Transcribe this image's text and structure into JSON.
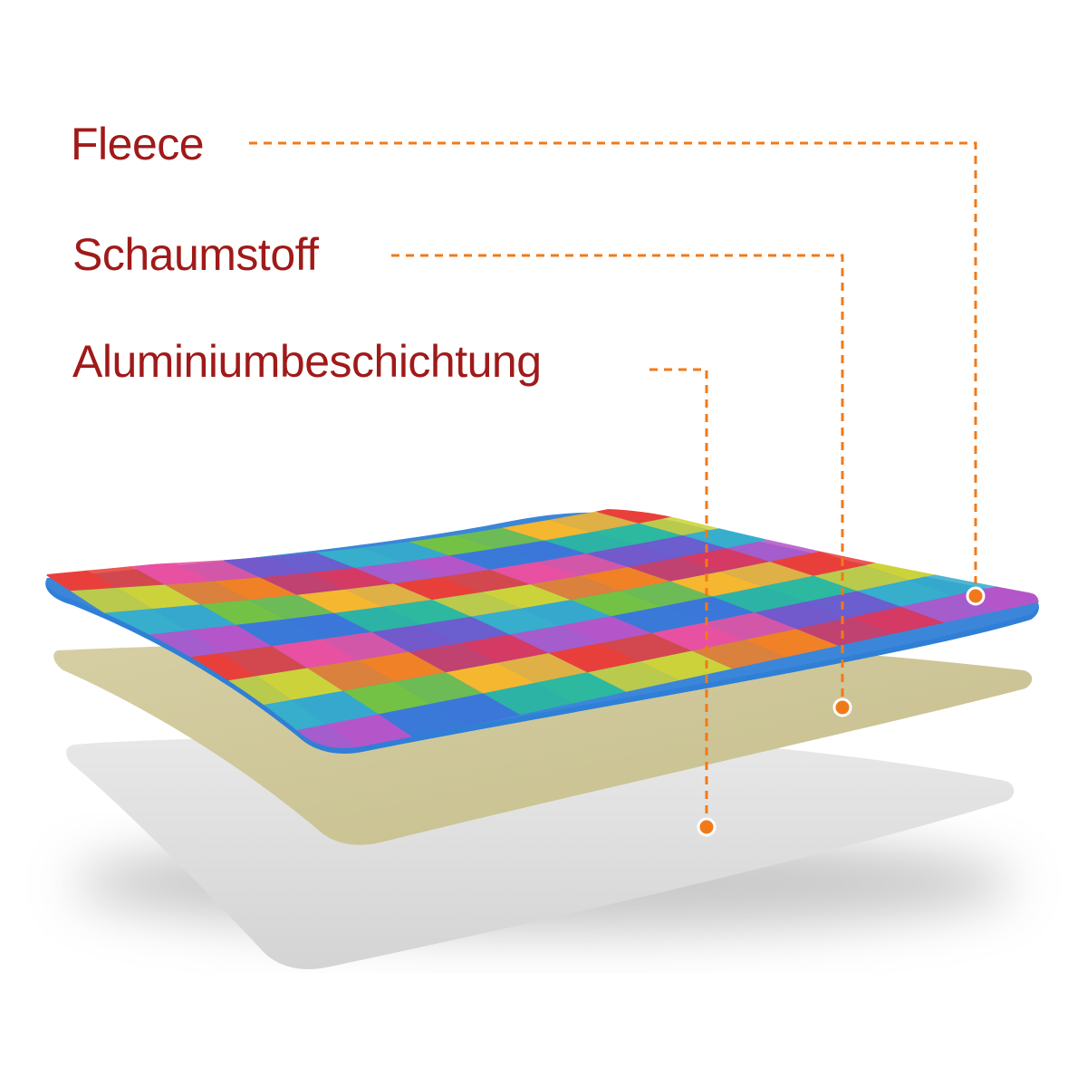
{
  "labels": {
    "fleece": "Fleece",
    "foam": "Schaumstoff",
    "aluminium": "Aluminiumbeschichtung"
  },
  "colors": {
    "label_text": "#a01a1a",
    "leader_line": "#f07a1a",
    "foam_layer": "#cfc79a",
    "aluminium_layer": "#dcdcdc",
    "fleece_pattern": [
      "#e8342f",
      "#f07a1a",
      "#f5b324",
      "#c9d12e",
      "#6bbf3a",
      "#1fb59a",
      "#2aa9c9",
      "#2f6fd6",
      "#6a4fc9",
      "#b04cc7",
      "#e7479c",
      "#d22e5a"
    ]
  }
}
